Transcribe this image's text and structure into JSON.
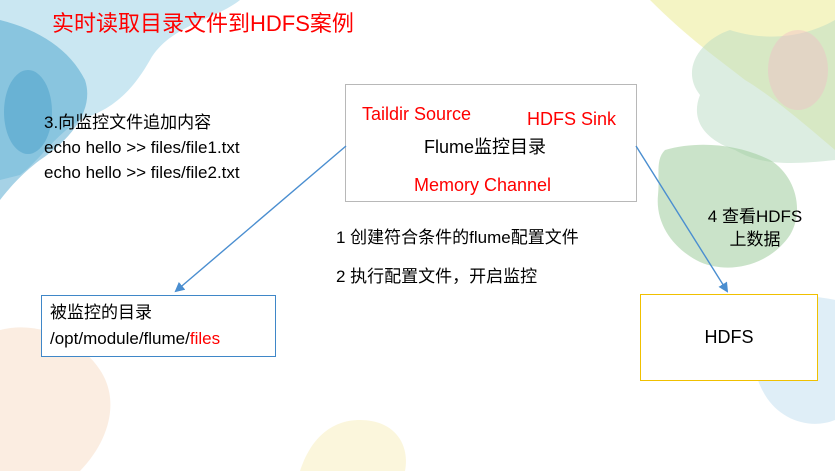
{
  "title": "实时读取目录文件到HDFS案例",
  "step3": {
    "heading": "3.向监控文件追加内容",
    "cmd1": "echo hello >> files/file1.txt",
    "cmd2": "echo hello >> files/file2.txt"
  },
  "flume": {
    "source": "Taildir Source",
    "sink": "HDFS Sink",
    "label": "Flume监控目录",
    "channel": "Memory Channel"
  },
  "step1": "1 创建符合条件的flume配置文件",
  "step2": "2 执行配置文件，开启监控",
  "step4": {
    "line1": "4 查看HDFS",
    "line2": "上数据"
  },
  "monitored_dir": {
    "label": "被监控的目录",
    "path_prefix": "/opt/module/flume/",
    "path_highlight": "files"
  },
  "hdfs": "HDFS",
  "colors": {
    "title_red": "#ff0000",
    "arrow_blue": "#4a8ed0",
    "dir_border": "#3f87c8",
    "hdfs_border": "#f0c000"
  }
}
